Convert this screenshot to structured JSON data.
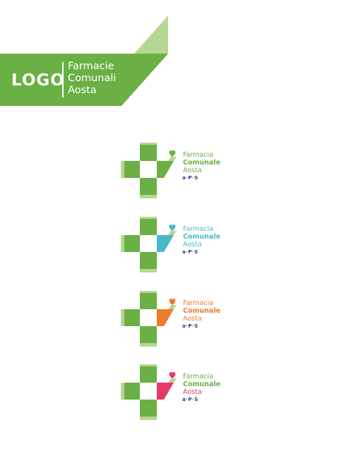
{
  "banner": {
    "logo_word": "LOGO",
    "name_lines": [
      "Farmacie",
      "Comunali",
      "Aosta"
    ],
    "color_main": "#6ab044",
    "color_light": "#b6d792"
  },
  "variants": [
    {
      "accent": "#6ab044",
      "lines": [
        "Farmacia",
        "Comunale",
        "Aosta"
      ],
      "line_colors": [
        "#6ab044",
        "#6ab044",
        "#6ab044"
      ],
      "aps": [
        "a",
        "P",
        "S"
      ]
    },
    {
      "accent": "#4ab8c7",
      "lines": [
        "Farmacia",
        "Comunale",
        "Aosta"
      ],
      "line_colors": [
        "#4ab8c7",
        "#4ab8c7",
        "#4ab8c7"
      ],
      "aps": [
        "a",
        "P",
        "S"
      ]
    },
    {
      "accent": "#ee7a2a",
      "lines": [
        "Farmacia",
        "Comunale",
        "Aosta"
      ],
      "line_colors": [
        "#ee7a2a",
        "#ee7a2a",
        "#ee7a2a"
      ],
      "aps": [
        "a",
        "P",
        "S"
      ]
    },
    {
      "accent": "#e63769",
      "lines": [
        "Farmacia",
        "Comunale",
        "Aosta"
      ],
      "line_colors": [
        "#6ab044",
        "#6ab044",
        "#e63769"
      ],
      "aps": [
        "a",
        "P",
        "S"
      ]
    }
  ],
  "cross_colors": {
    "green": "#6ab044",
    "light": "#b6d792"
  }
}
